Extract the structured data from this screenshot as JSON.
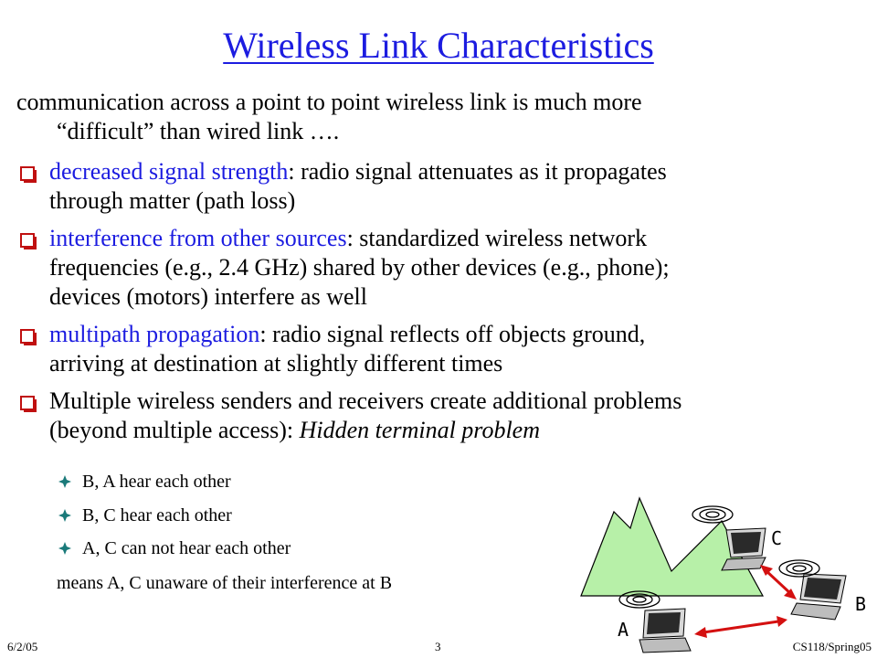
{
  "title": "Wireless Link Characteristics",
  "intro": {
    "line1": "communication across a point to point wireless link is much more",
    "line2": "“difficult” than wired link …."
  },
  "bullets": [
    {
      "term": "decreased signal strength",
      "text_line1": ": radio signal attenuates as it propagates",
      "text_line2": "through matter (path loss)"
    },
    {
      "term": "interference from other sources",
      "text_line1": ": standardized wireless network",
      "text_line2": "frequencies (e.g., 2.4 GHz) shared by other devices (e.g., phone);",
      "text_line3": "devices (motors) interfere as well"
    },
    {
      "term": "multipath propagation",
      "text_line1": ": radio signal reflects off objects ground,",
      "text_line2": "arriving at destination at slightly different times"
    },
    {
      "text_line1": "Multiple wireless senders and receivers create additional problems",
      "text_line2": "(beyond multiple access): ",
      "emph": "Hidden terminal problem"
    }
  ],
  "sub_bullets": [
    "B, A hear each other",
    "B, C hear each other",
    "A, C can not hear each other"
  ],
  "means": "means A, C unaware of their interference at B",
  "diagram": {
    "label_a": "A",
    "label_b": "B",
    "label_c": "C",
    "mountain_color": "#b7f0a8",
    "arrow_color": "#d41010",
    "wave_color": "#000000"
  },
  "footer": {
    "date": "6/2/05",
    "page": "3",
    "course": "CS118/Spring05"
  },
  "colors": {
    "title": "#1c1ce0",
    "term": "#1c1ce0",
    "bullet_box": "#c01010",
    "sub_diamond": "#1a7a7a"
  }
}
